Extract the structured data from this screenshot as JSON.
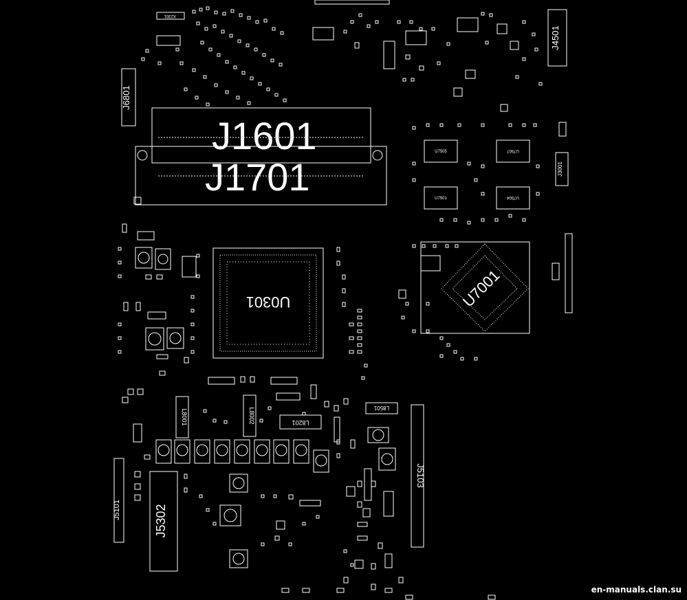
{
  "labels": {
    "j1601": "J1601",
    "j1701": "J1701",
    "u0301": "U0301",
    "u7001": "U7001",
    "j4501": "J4501",
    "j6801": "J6801",
    "j5302": "J5302",
    "j5103": "J5103",
    "j5101": "J5101",
    "u7505": "U7505",
    "u7507": "U7507",
    "u7501": "U7501",
    "u7504": "U7504",
    "x2301": "X2301",
    "l8201": "L8201",
    "l8501": "L8501",
    "l8001": "L8001",
    "l8002": "L8002",
    "j3001": "J3001"
  },
  "watermark": "en-manuals.clan.su",
  "colors": {
    "background": "#000000",
    "stroke": "#ffffff"
  }
}
